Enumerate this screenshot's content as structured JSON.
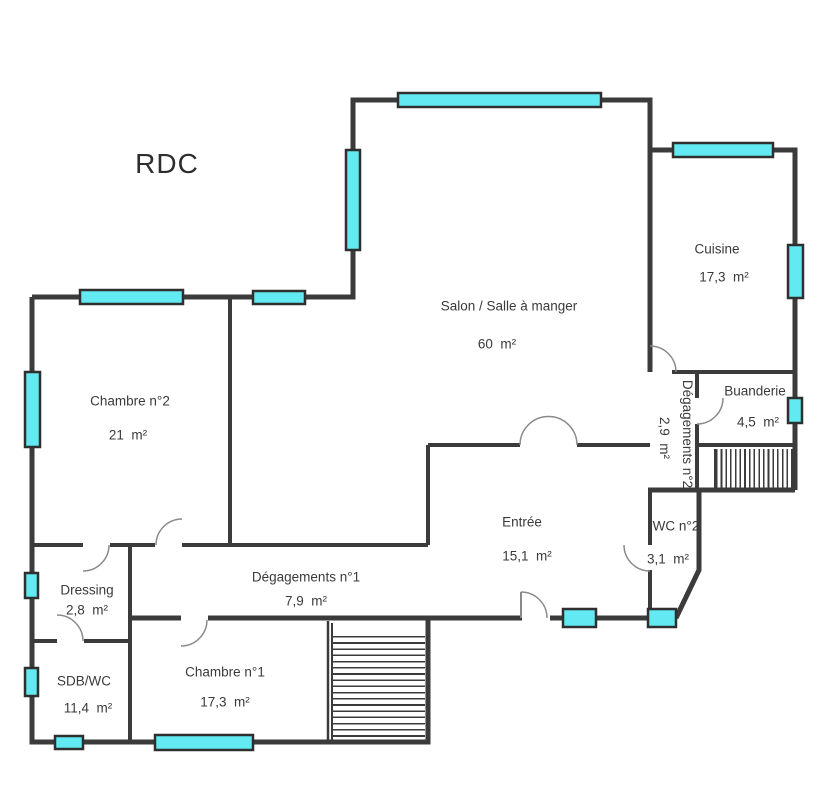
{
  "floor_label": "RDC",
  "colors": {
    "wall": "#3b3b3b",
    "window_fill": "#62e9f1",
    "window_stroke": "#2f2f2f",
    "door_arc": "#8a8a8a",
    "text": "#3a3a3a",
    "background": "#ffffff"
  },
  "symbols": {
    "window": "cyan-filled wall bar",
    "door": "quarter-circle swing arc",
    "stairs": "hatched tread lines"
  },
  "rooms": {
    "chambre2": {
      "name": "Chambre n°2",
      "area": "21  m²"
    },
    "salon": {
      "name": "Salon / Salle à manger",
      "area": "60  m²"
    },
    "cuisine": {
      "name": "Cuisine",
      "area": "17,3  m²"
    },
    "buanderie": {
      "name": "Buanderie",
      "area": "4,5  m²"
    },
    "degagements2": {
      "name": "Dégagements n°2",
      "area": "2,9  m²"
    },
    "wc2": {
      "name": "WC n°2",
      "area": "3,1  m²"
    },
    "entree": {
      "name": "Entrée",
      "area": "15,1  m²"
    },
    "degagements1": {
      "name": "Dégagements n°1",
      "area": "7,9  m²"
    },
    "dressing": {
      "name": "Dressing",
      "area": "2,8  m²"
    },
    "sdb_wc": {
      "name": "SDB/WC",
      "area": "11,4  m²"
    },
    "chambre1": {
      "name": "Chambre n°1",
      "area": "17,3  m²"
    }
  }
}
